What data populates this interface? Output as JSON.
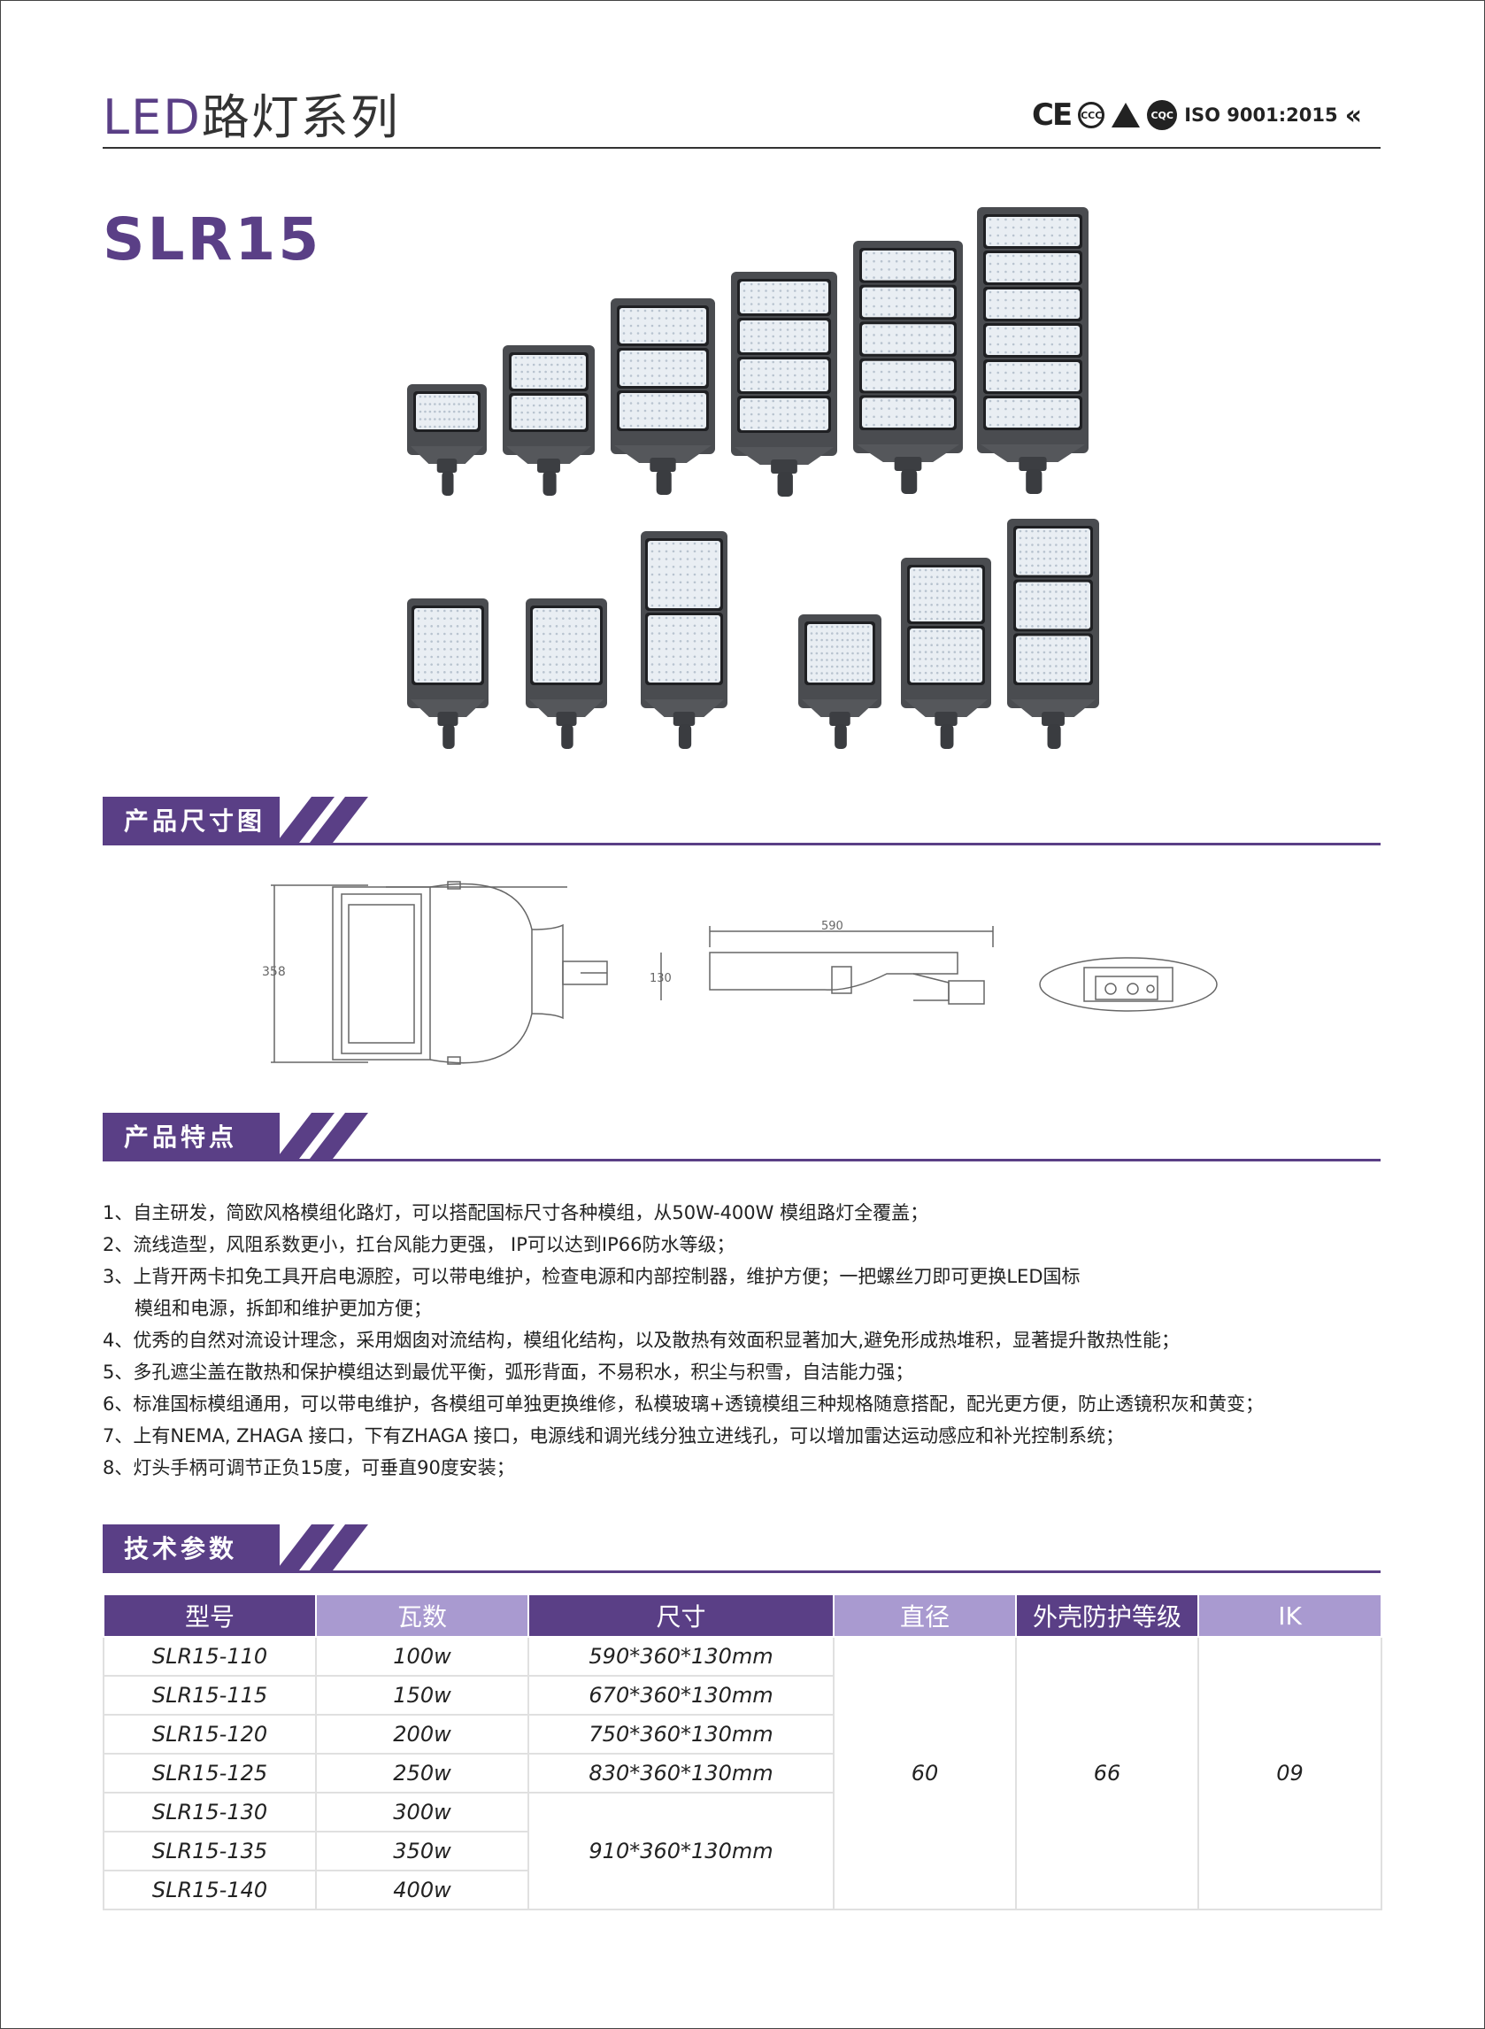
{
  "header": {
    "title_led": "LED",
    "title_rest": "路灯系列",
    "certifications": {
      "ce": "CE",
      "ccc": "CCC",
      "cqc": "CQC",
      "iso": "ISO 9001:2015"
    }
  },
  "model": "SLR15",
  "sections": {
    "dimensions": "产品尺寸图",
    "features": "产品特点",
    "specs": "技术参数"
  },
  "drawing_labels": {
    "height": "358",
    "length": "590",
    "depth": "130"
  },
  "features": [
    "1、自主研发，简欧风格模组化路灯，可以搭配国标尺寸各种模组，从50W-400W 模组路灯全覆盖；",
    "2、流线造型，风阻系数更小，扛台风能力更强， IP可以达到IP66防水等级；",
    "3、上背开两卡扣免工具开启电源腔，可以带电维护，检查电源和内部控制器，维护方便；一把螺丝刀即可更换LED国标",
    "模组和电源，拆卸和维护更加方便；",
    "4、优秀的自然对流设计理念，采用烟囱对流结构，模组化结构，以及散热有效面积显著加大,避免形成热堆积，显著提升散热性能；",
    "5、多孔遮尘盖在散热和保护模组达到最优平衡，弧形背面，不易积水，积尘与积雪，自洁能力强；",
    "6、标准国标模组通用，可以带电维护，各模组可单独更换维修，私模玻璃+透镜模组三种规格随意搭配，配光更方便，防止透镜积灰和黄变；",
    "7、上有NEMA, ZHAGA 接口，下有ZHAGA 接口，电源线和调光线分独立进线孔，可以增加雷达运动感应和补光控制系统；",
    "8、灯头手柄可调节正负15度，可垂直90度安装；"
  ],
  "table": {
    "headers": [
      "型号",
      "瓦数",
      "尺寸",
      "直径",
      "外壳防护等级",
      "IK"
    ],
    "rows": [
      {
        "model": "SLR15-110",
        "watt": "100w"
      },
      {
        "model": "SLR15-115",
        "watt": "150w"
      },
      {
        "model": "SLR15-120",
        "watt": "200w"
      },
      {
        "model": "SLR15-125",
        "watt": "250w"
      },
      {
        "model": "SLR15-130",
        "watt": "300w"
      },
      {
        "model": "SLR15-135",
        "watt": "350w"
      },
      {
        "model": "SLR15-140",
        "watt": "400w"
      }
    ],
    "sizes": [
      "590*360*130mm",
      "670*360*130mm",
      "750*360*130mm",
      "830*360*130mm",
      "910*360*130mm"
    ],
    "diameter": "60",
    "ip": "66",
    "ik": "09"
  }
}
